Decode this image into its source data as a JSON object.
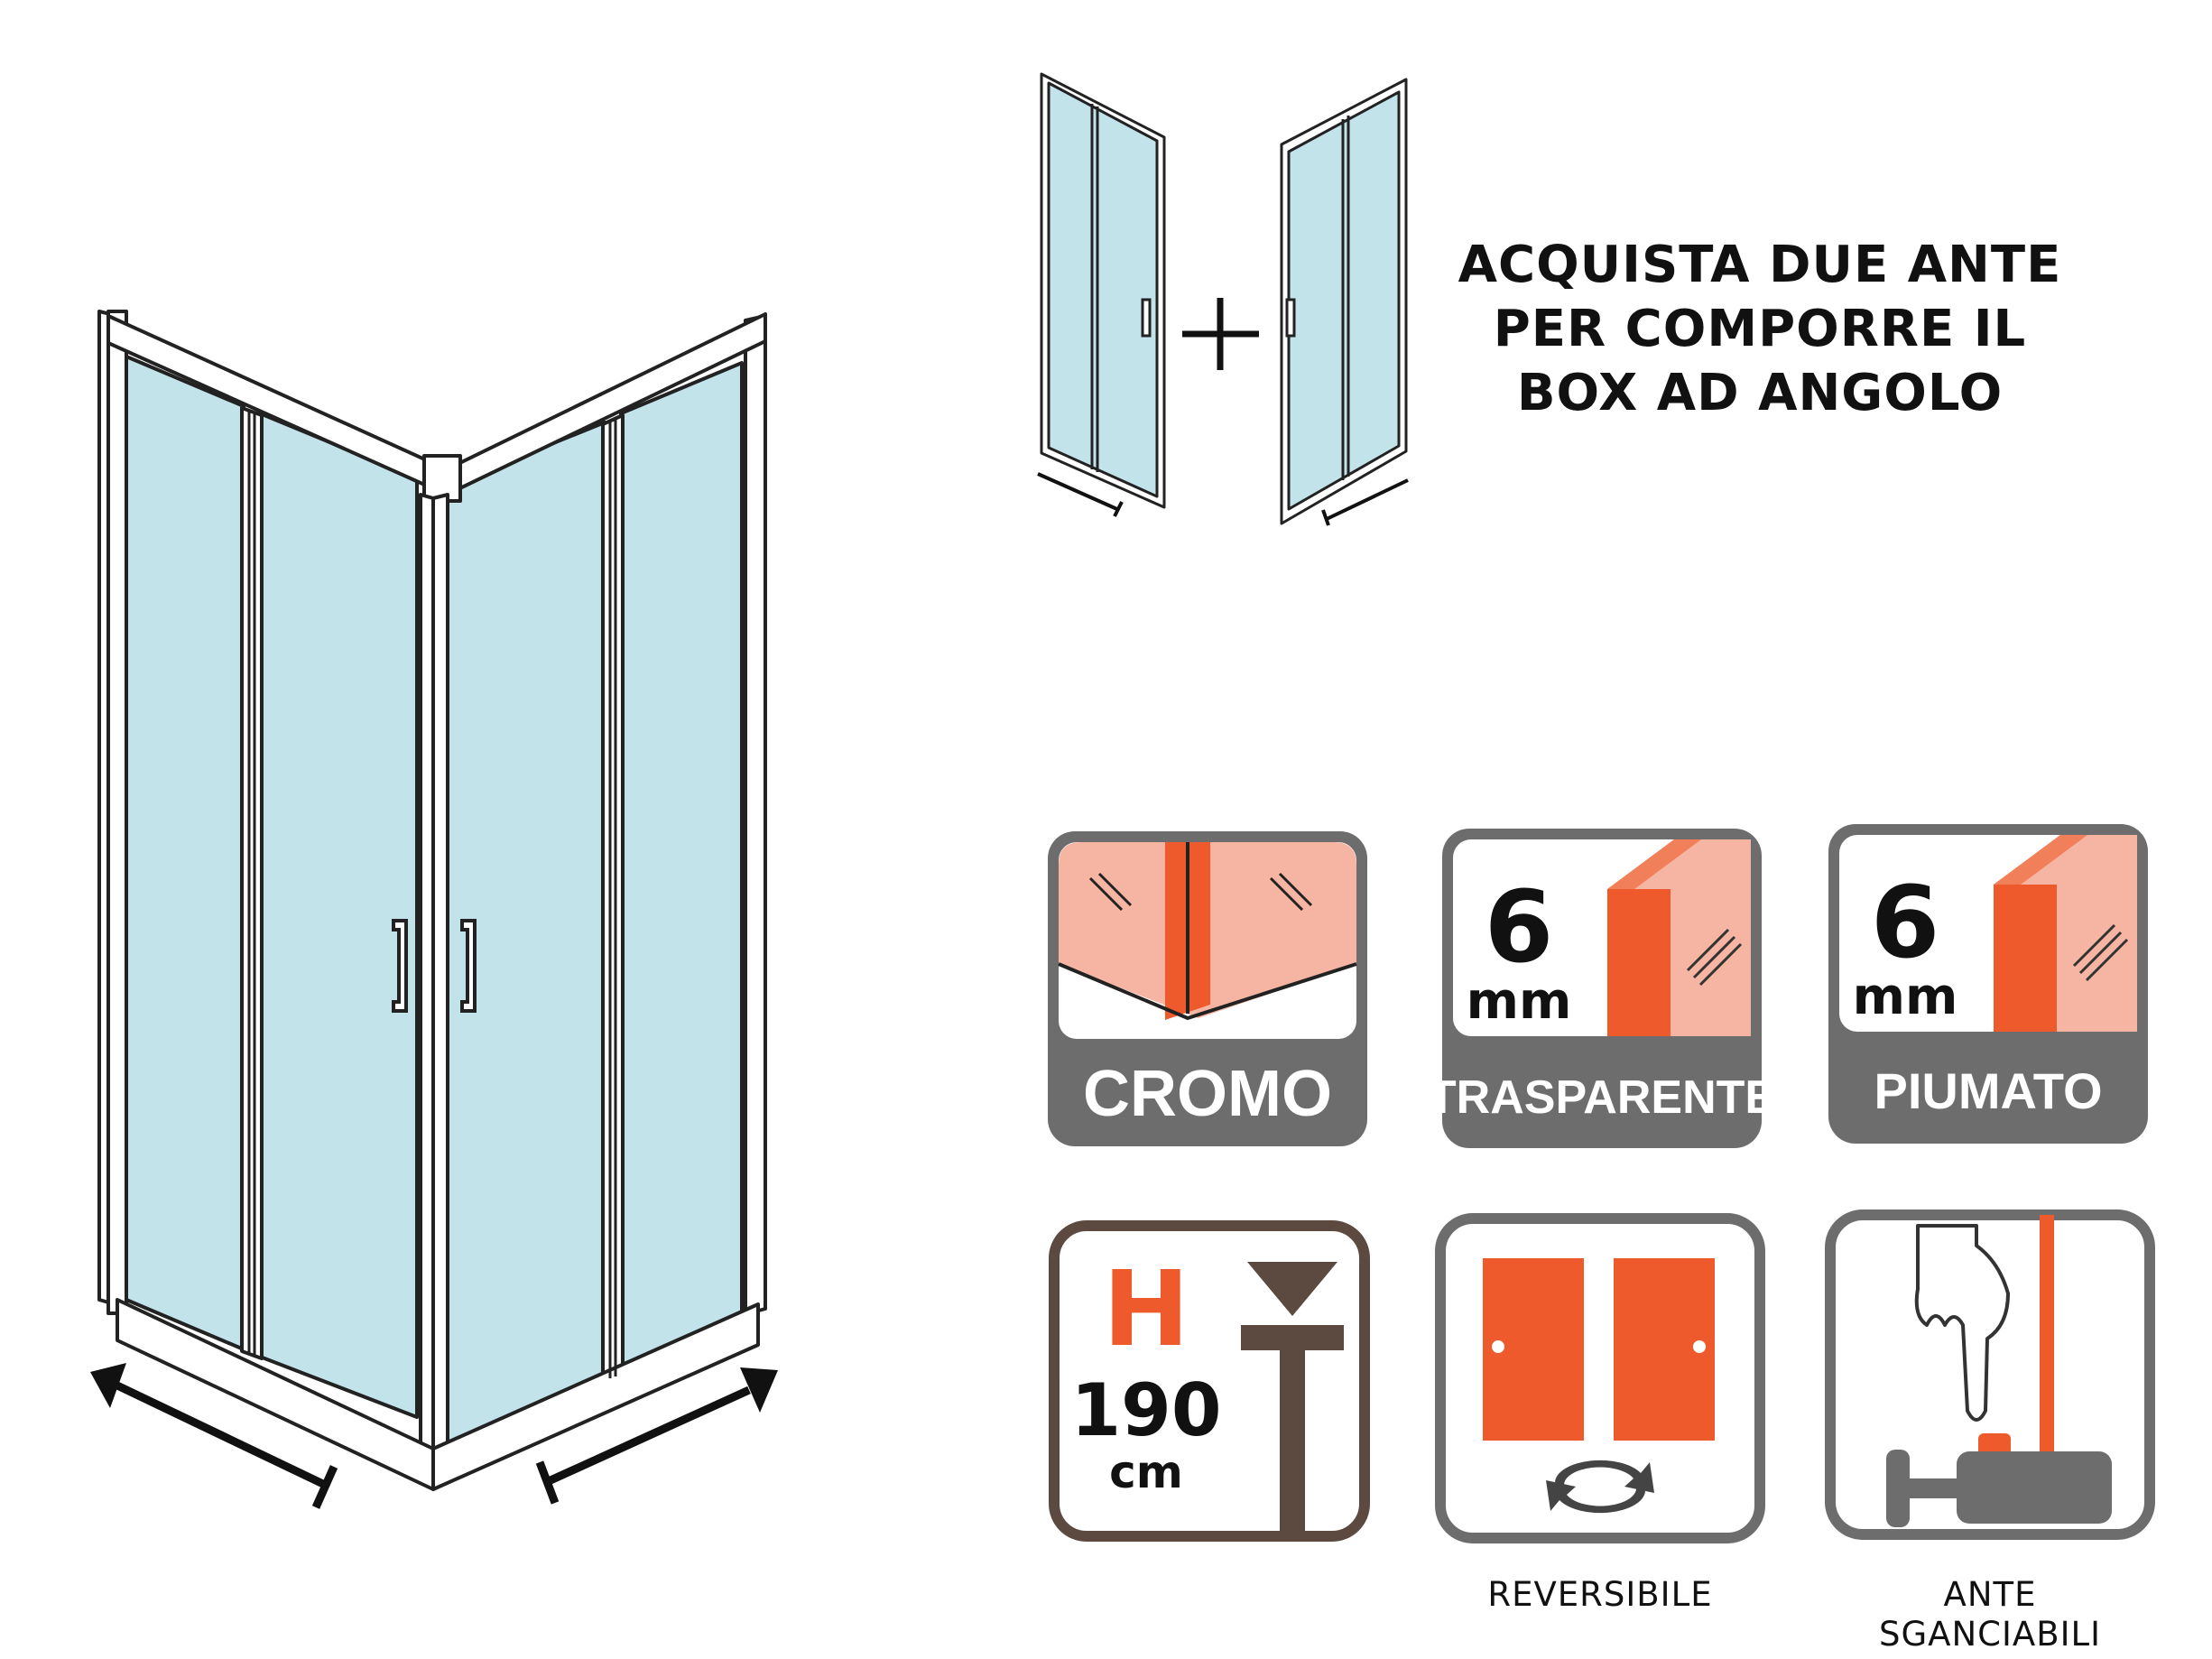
{
  "headline": {
    "line1": "ACQUISTA DUE ANTE",
    "line2": "PER COMPORRE IL",
    "line3": "BOX AD ANGOLO"
  },
  "features": {
    "finish": {
      "label": "CROMO"
    },
    "glass_clear": {
      "thickness": "6",
      "unit": "mm",
      "label": "TRASPARENTE"
    },
    "glass_frosted": {
      "thickness": "6",
      "unit": "mm",
      "label": "PIUMATO"
    },
    "height": {
      "letter": "H",
      "value": "190",
      "unit": "cm"
    },
    "reversible": {
      "caption": "REVERSIBILE"
    },
    "removable": {
      "caption_line1": "ANTE",
      "caption_line2": "SGANCIABILI"
    }
  },
  "colors": {
    "glass": "#c3e3eb",
    "accent_orange": "#ee5a2b",
    "salmon": "#f6b5a3",
    "tile_gray": "#6d6d6d",
    "brown": "#5c4a40"
  }
}
